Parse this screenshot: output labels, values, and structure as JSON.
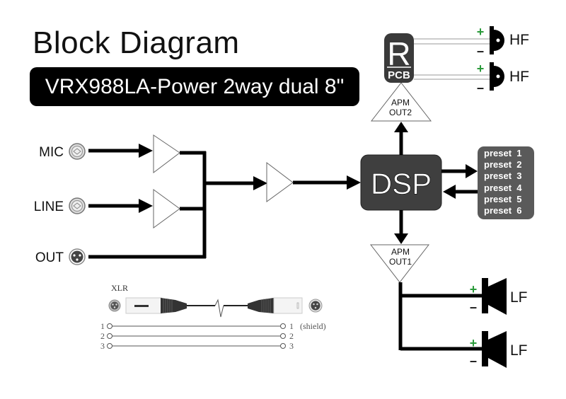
{
  "title": "Block Diagram",
  "subtitle": "VRX988LA-Power 2way dual 8\"",
  "inputs": [
    {
      "label": "MIC",
      "connector": "combo-jack-icon"
    },
    {
      "label": "LINE",
      "connector": "combo-jack-icon"
    },
    {
      "label": "OUT",
      "connector": "xlr-connector-icon"
    }
  ],
  "dsp": {
    "label": "DSP"
  },
  "presets": [
    "preset  1",
    "preset  2",
    "preset  3",
    "preset  4",
    "preset  5",
    "preset  6"
  ],
  "rpcb": {
    "big": "R",
    "small": "PCB"
  },
  "apm_out2": {
    "line1": "APM",
    "line2": "OUT2"
  },
  "apm_out1": {
    "line1": "APM",
    "line2": "OUT1"
  },
  "hf": [
    {
      "label": "HF",
      "plus": "+",
      "minus": "–"
    },
    {
      "label": "HF",
      "plus": "+",
      "minus": "–"
    }
  ],
  "lf": [
    {
      "label": "LF",
      "plus": "+",
      "minus": "–"
    },
    {
      "label": "LF",
      "plus": "+",
      "minus": "–"
    }
  ],
  "xlr_cable": {
    "label": "XLR",
    "pins_left": [
      "1",
      "2",
      "3"
    ],
    "pins_right": [
      "1",
      "2",
      "3"
    ],
    "shield_note": "(shield)"
  },
  "colors": {
    "plus": "#2a9a3a",
    "dsp_fill": "#3f3f3f",
    "preset_fill": "#5a5a5a"
  }
}
